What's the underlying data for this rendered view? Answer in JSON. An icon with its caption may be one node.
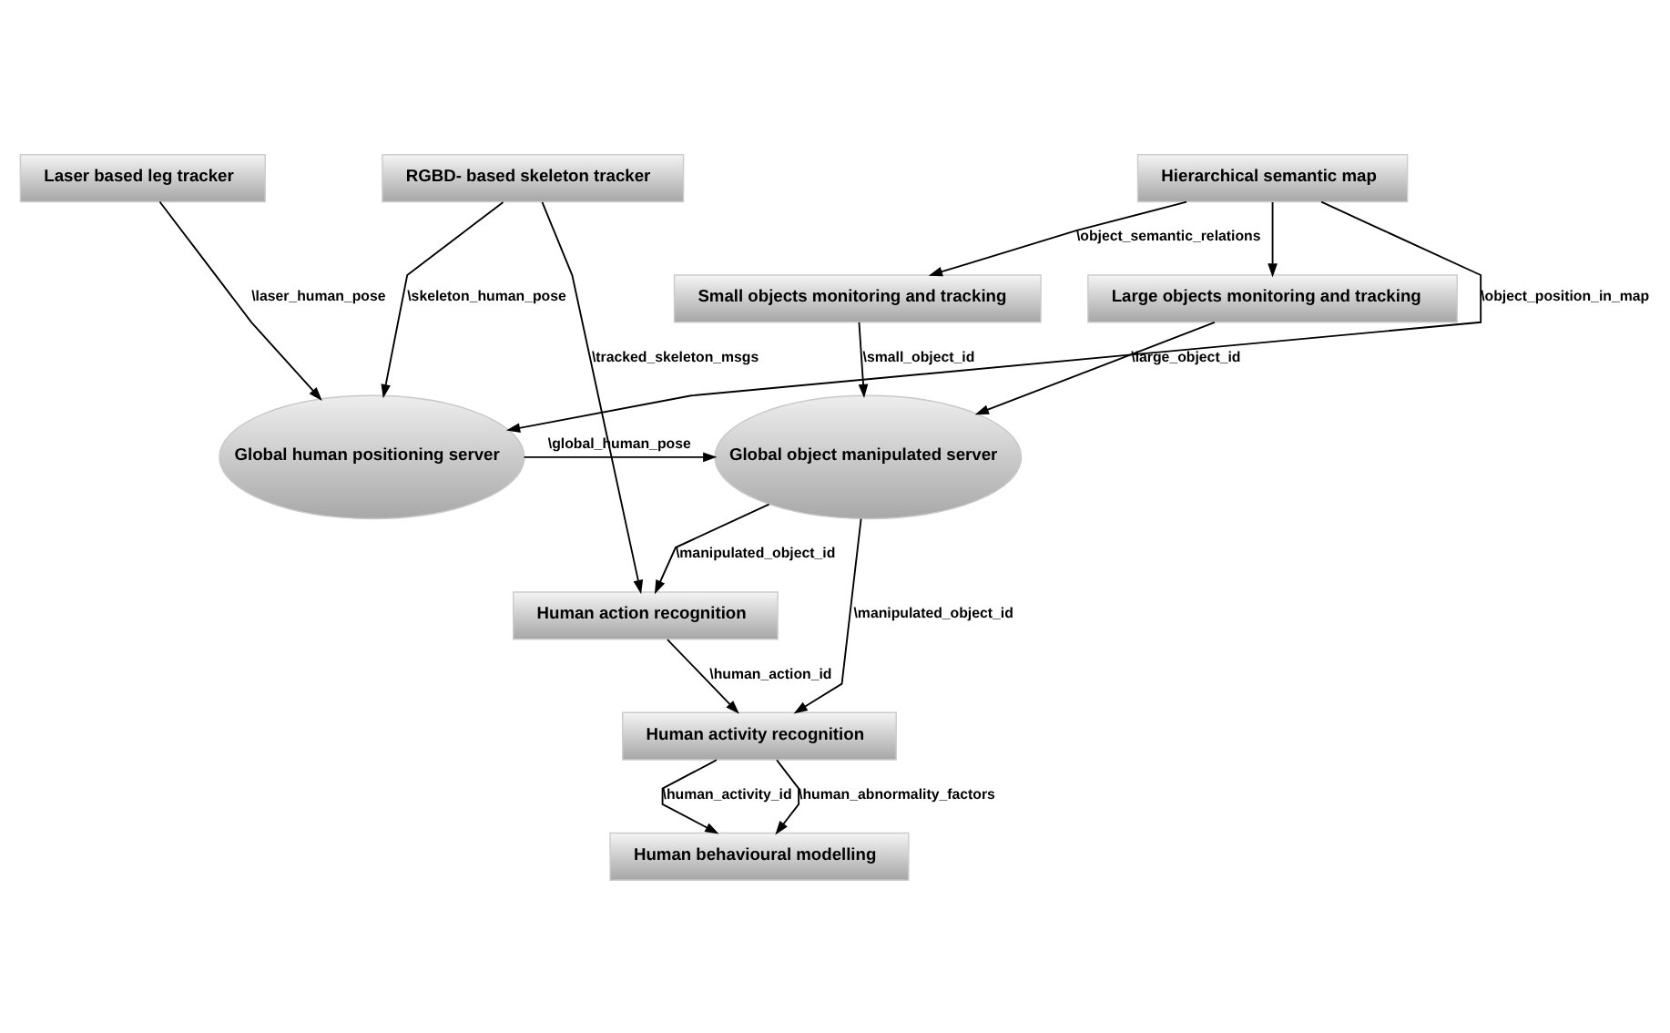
{
  "diagram": {
    "nodes": [
      {
        "text": [
          "Hierarchical semantic map"
        ]
      },
      {
        "text": [
          "Laser based leg tracker"
        ]
      },
      {
        "text": [
          "RGBD- based skeleton tracker"
        ]
      },
      {
        "text": [
          "Small objects monitoring and tracking"
        ]
      },
      {
        "text": [
          "Large objects monitoring and tracking"
        ]
      },
      {
        "text": [
          "Global human positioning server"
        ]
      },
      {
        "text": [
          "Global object manipulated server"
        ]
      },
      {
        "text": [
          "Human action recognition"
        ]
      },
      {
        "text": [
          "Human activity recognition"
        ]
      },
      {
        "text": [
          "Human behavioural modelling"
        ]
      }
    ],
    "edges": [
      {
        "from": 0,
        "to": 3,
        "arrow": "to",
        "label": "\\object_semantic_relations"
      },
      {
        "from": 0,
        "to": 4,
        "arrow": "to"
      },
      {
        "from": 0,
        "to": 5,
        "arrow": "to",
        "label": "\\object_position_in_map"
      },
      {
        "from": 1,
        "to": 5,
        "arrow": "to",
        "label": "\\laser_human_pose"
      },
      {
        "from": 2,
        "to": 5,
        "arrow": "to",
        "label": "\\skeleton_human_pose"
      },
      {
        "from": 3,
        "to": 6,
        "arrow": "to",
        "label": "\\small_object_id"
      },
      {
        "from": 4,
        "to": 6,
        "arrow": "to",
        "label": "\\large_object_id"
      },
      {
        "from": 5,
        "to": 6,
        "arrow": "to",
        "label": "\\global_human_pose"
      },
      {
        "from": 2,
        "to": 7,
        "arrow": "to",
        "label": "\\tracked_skeleton_msgs"
      },
      {
        "from": 6,
        "to": 7,
        "arrow": "to",
        "label": "\\manipulated_object_id"
      },
      {
        "from": 6,
        "to": 8,
        "arrow": "to",
        "label": "\\manipulated_object_id"
      },
      {
        "from": 7,
        "to": 8,
        "arrow": "to",
        "label": "\\human_action_id"
      },
      {
        "from": 8,
        "to": 9,
        "arrow": "to",
        "label": "\\human_activity_id"
      },
      {
        "from": 8,
        "to": 9,
        "arrow": "to",
        "label": "\\human_abnormality_factors"
      }
    ]
  }
}
